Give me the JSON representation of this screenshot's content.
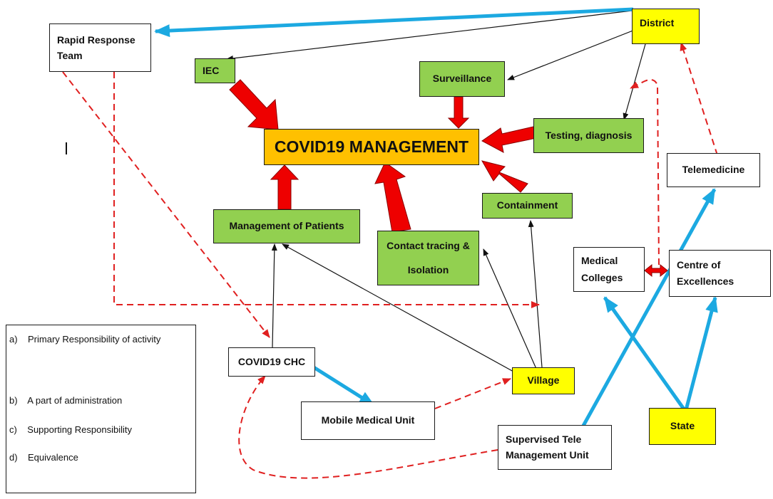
{
  "nodes": {
    "district": "District",
    "rapid_response_team": "Rapid Response Team",
    "iec": "IEC",
    "surveillance": "Surveillance",
    "testing_diagnosis": "Testing, diagnosis",
    "covid19_management": "COVID19 MANAGEMENT",
    "telemedicine": "Telemedicine",
    "containment": "Containment",
    "management_of_patients": "Management of Patients",
    "contact_tracing_isolation": "Contact tracing & Isolation",
    "medical_colleges": "Medical Colleges",
    "centre_of_excellences": "Centre of Excellences",
    "covid19_chc": "COVID19 CHC",
    "village": "Village",
    "mobile_medical_unit": "Mobile Medical Unit",
    "state": "State",
    "supervised_tele_management_unit": "Supervised Tele Management Unit"
  },
  "legend": {
    "a": "a)    Primary Responsibility of activity",
    "b": "b)    A part of administration",
    "c": "c)    Supporting Responsibility",
    "d": "d)    Equivalence"
  },
  "colors": {
    "green": "#92d050",
    "yellow": "#ffff00",
    "orange": "#ffc000",
    "blue_arrow": "#1ca9e1",
    "red_arrow": "#ee0000",
    "dashed_red": "#e02020"
  }
}
